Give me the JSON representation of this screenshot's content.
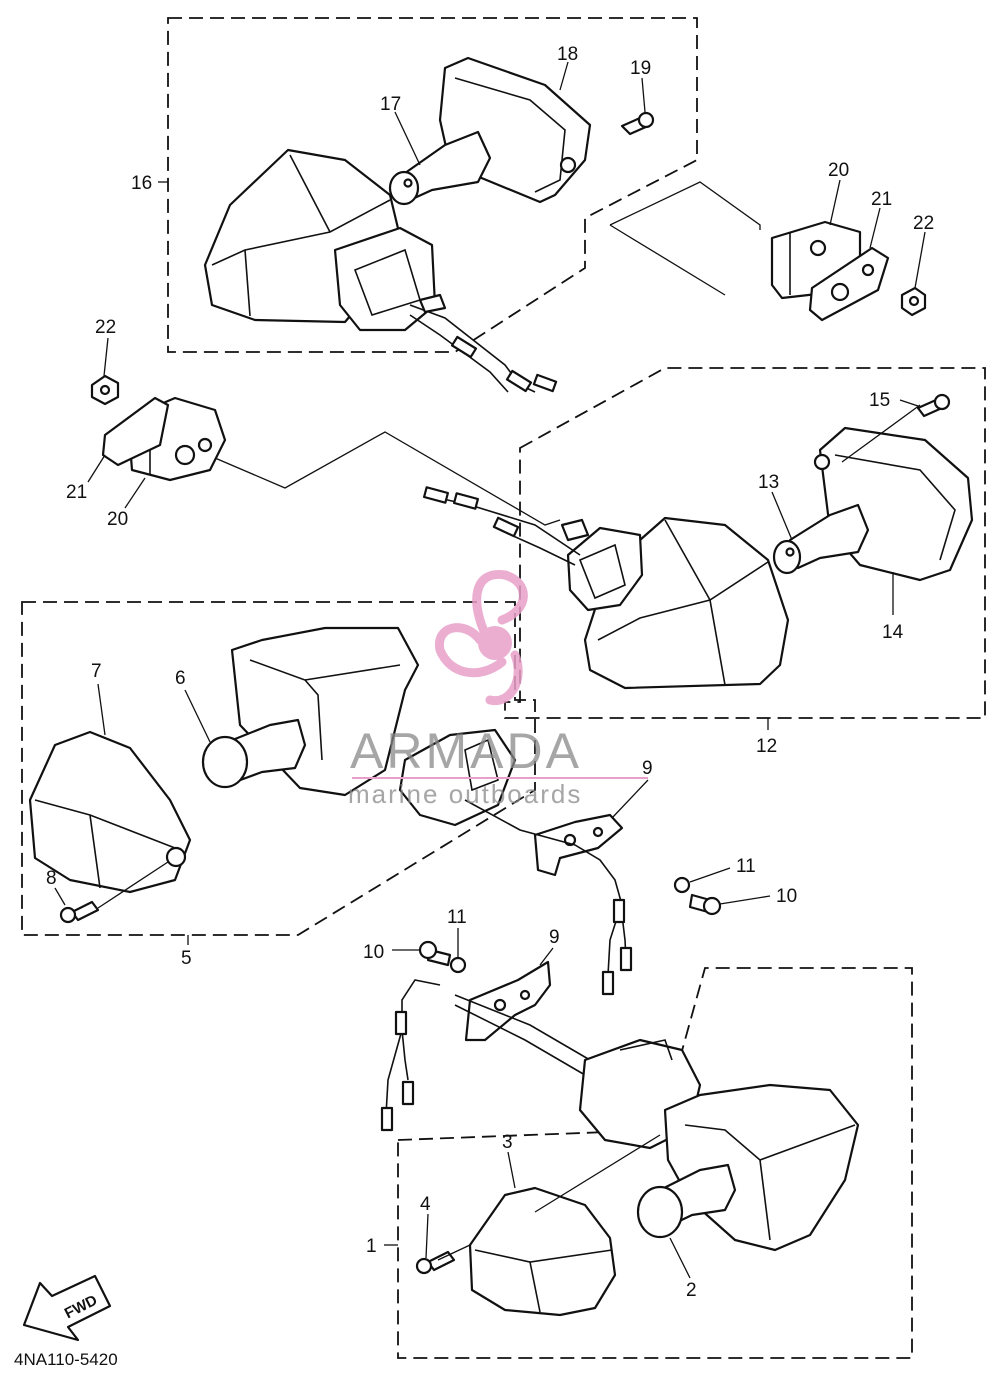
{
  "diagram": {
    "drawing_code": "4NA110-5420",
    "fwd_label": "FWD",
    "watermark": {
      "brand": "ARMADA",
      "tagline": "marine outboards",
      "accent_color": "#e8a0c8"
    },
    "callouts": {
      "c1": "1",
      "c2": "2",
      "c3": "3",
      "c4": "4",
      "c5": "5",
      "c6": "6",
      "c7": "7",
      "c8": "8",
      "c9a": "9",
      "c9b": "9",
      "c10a": "10",
      "c10b": "10",
      "c11a": "11",
      "c11b": "11",
      "c12": "12",
      "c13": "13",
      "c14": "14",
      "c15": "15",
      "c16": "16",
      "c17": "17",
      "c18": "18",
      "c19": "19",
      "c20a": "20",
      "c20b": "20",
      "c21a": "21",
      "c21b": "21",
      "c22a": "22",
      "c22b": "22"
    }
  }
}
